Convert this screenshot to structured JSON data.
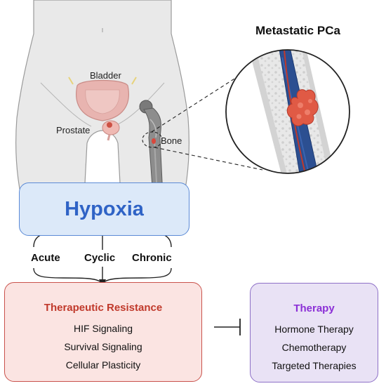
{
  "figure": {
    "metastatic_title": "Metastatic PCa",
    "organ_labels": {
      "bladder": "Bladder",
      "prostate": "Prostate",
      "bone": "Bone"
    },
    "hypoxia": {
      "label": "Hypoxia"
    },
    "hypoxia_modes": [
      "Acute",
      "Cyclic",
      "Chronic"
    ],
    "resistance": {
      "title": "Therapeutic Resistance",
      "items": [
        "HIF Signaling",
        "Survival Signaling",
        "Cellular Plasticity"
      ]
    },
    "therapy": {
      "title": "Therapy",
      "items": [
        "Hormone Therapy",
        "Chemotherapy",
        "Targeted Therapies"
      ]
    },
    "colors": {
      "hypoxia_text": "#2f63c6",
      "resistance_title": "#c0392b",
      "therapy_title": "#8b2fd6",
      "tumor": "#e05a45",
      "marrow_vessel": "#2c4f91",
      "artery": "#c0392b"
    }
  }
}
